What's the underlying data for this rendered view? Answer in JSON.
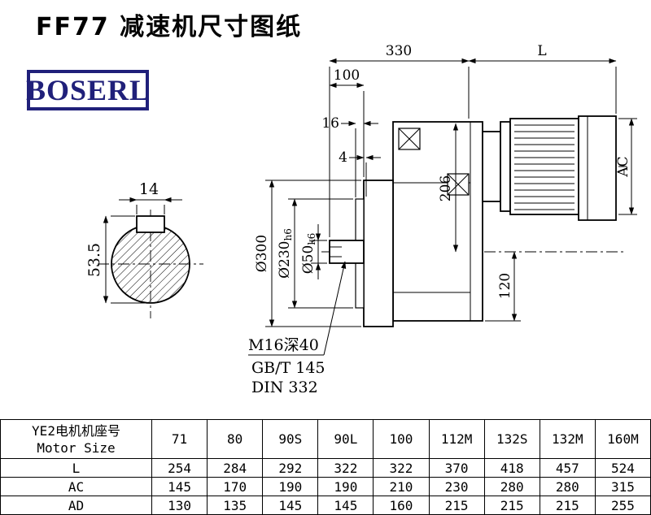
{
  "page": {
    "title": "FF77 减速机尺寸图纸",
    "logo": "BOSERL"
  },
  "drawing": {
    "dim_330": "330",
    "dim_L": "L",
    "dim_100": "100",
    "dim_16": "16",
    "dim_4": "4",
    "dim_AC": "AC",
    "dim_206": "206",
    "dim_120": "120",
    "dia300": "Ø300",
    "dia230": "Ø230",
    "dia230_tol": "h6",
    "dia50": "Ø50",
    "dia50_tol": "k6",
    "dim_14": "14",
    "dim_53_5": "53.5",
    "note_thread": "M16深40",
    "note_gb": "GB/T 145",
    "note_din": "DIN 332"
  },
  "table": {
    "motor_label_cn": "YE2电机机座号",
    "motor_label_en": "Motor Size",
    "sizes": [
      "71",
      "80",
      "90S",
      "90L",
      "100",
      "112M",
      "132S",
      "132M",
      "160M"
    ],
    "rows": [
      {
        "label": "L",
        "values": [
          "254",
          "284",
          "292",
          "322",
          "322",
          "370",
          "418",
          "457",
          "524"
        ]
      },
      {
        "label": "AC",
        "values": [
          "145",
          "170",
          "190",
          "190",
          "210",
          "230",
          "280",
          "280",
          "315"
        ]
      },
      {
        "label": "AD",
        "values": [
          "130",
          "135",
          "145",
          "145",
          "160",
          "215",
          "215",
          "215",
          "255"
        ]
      }
    ]
  }
}
